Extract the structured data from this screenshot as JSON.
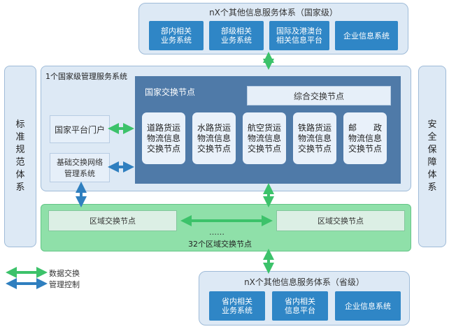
{
  "top_panel": {
    "title": "nX个其他信息服务体系（国家级）",
    "items": [
      "部内相关\n业务系统",
      "部级相关\n业务系统",
      "国际及港澳台\n相关信息平台",
      "企业信息系统"
    ]
  },
  "left_side": {
    "label": "标准规范体系"
  },
  "right_side": {
    "label": "安全保障体系"
  },
  "national_system": {
    "title": "1个国家级管理服务系统",
    "portal": "国家平台门户",
    "network_mgmt": "基础交换网络\n管理系统",
    "exchange_title": "国家交换节点",
    "comprehensive_node": "综合交换节点",
    "nodes": [
      "道路货运\n物流信息\n交换节点",
      "水路货运\n物流信息\n交换节点",
      "航空货运\n物流信息\n交换节点",
      "铁路货运\n物流信息\n交换节点",
      "邮　　政\n物流信息\n交换节点"
    ]
  },
  "regional": {
    "left_node": "区域交换节点",
    "right_node": "区域交换节点",
    "dots": "……",
    "caption": "32个区域交换节点"
  },
  "bottom_panel": {
    "title": "nX个其他信息服务体系（省级）",
    "items": [
      "省内相关\n业务系统",
      "省内相关\n信息平台",
      "企业信息系统"
    ]
  },
  "legend": {
    "data_exchange": "数据交换",
    "management": "管理控制"
  },
  "colors": {
    "data_arrow": "#3cc26a",
    "mgmt_arrow": "#2f7fbf",
    "button_blue": "#2f86c6",
    "exchange_area": "#4f7aa8",
    "regional_band": "#8fe0a9"
  }
}
